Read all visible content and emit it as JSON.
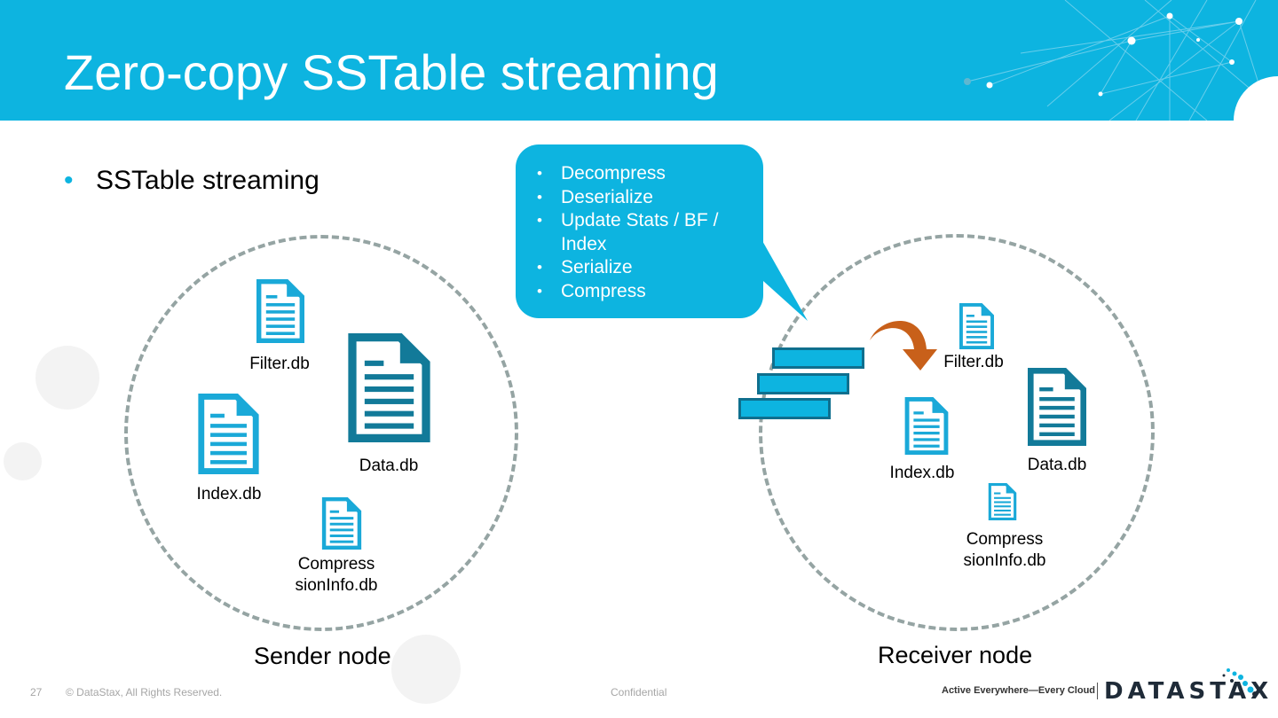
{
  "slide": {
    "title": "Zero-copy SSTable streaming",
    "bullet": "SSTable streaming",
    "page_number": "27",
    "copyright": "© DataStax, All Rights Reserved.",
    "confidential": "Confidential",
    "tagline": "Active Everywhere—Every Cloud",
    "logo_text": "DATASTAX"
  },
  "sender": {
    "label": "Sender node",
    "files": {
      "filter": "Filter.db",
      "data": "Data.db",
      "index": "Index.db",
      "compression": "Compress\nsionInfo.db"
    }
  },
  "receiver": {
    "label": "Receiver node",
    "files": {
      "filter": "Filter.db",
      "data": "Data.db",
      "index": "Index.db",
      "compression": "Compress\nsionInfo.db"
    }
  },
  "callout": {
    "steps": [
      "Decompress",
      "Deserialize",
      "Update Stats / BF / Index",
      "Serialize",
      "Compress"
    ]
  },
  "colors": {
    "header": "#0db4e0",
    "icon_light": "#1aa9d8",
    "icon_dark": "#127a99",
    "arrow": "#c8601a",
    "circle_dash": "#95a4a3"
  }
}
